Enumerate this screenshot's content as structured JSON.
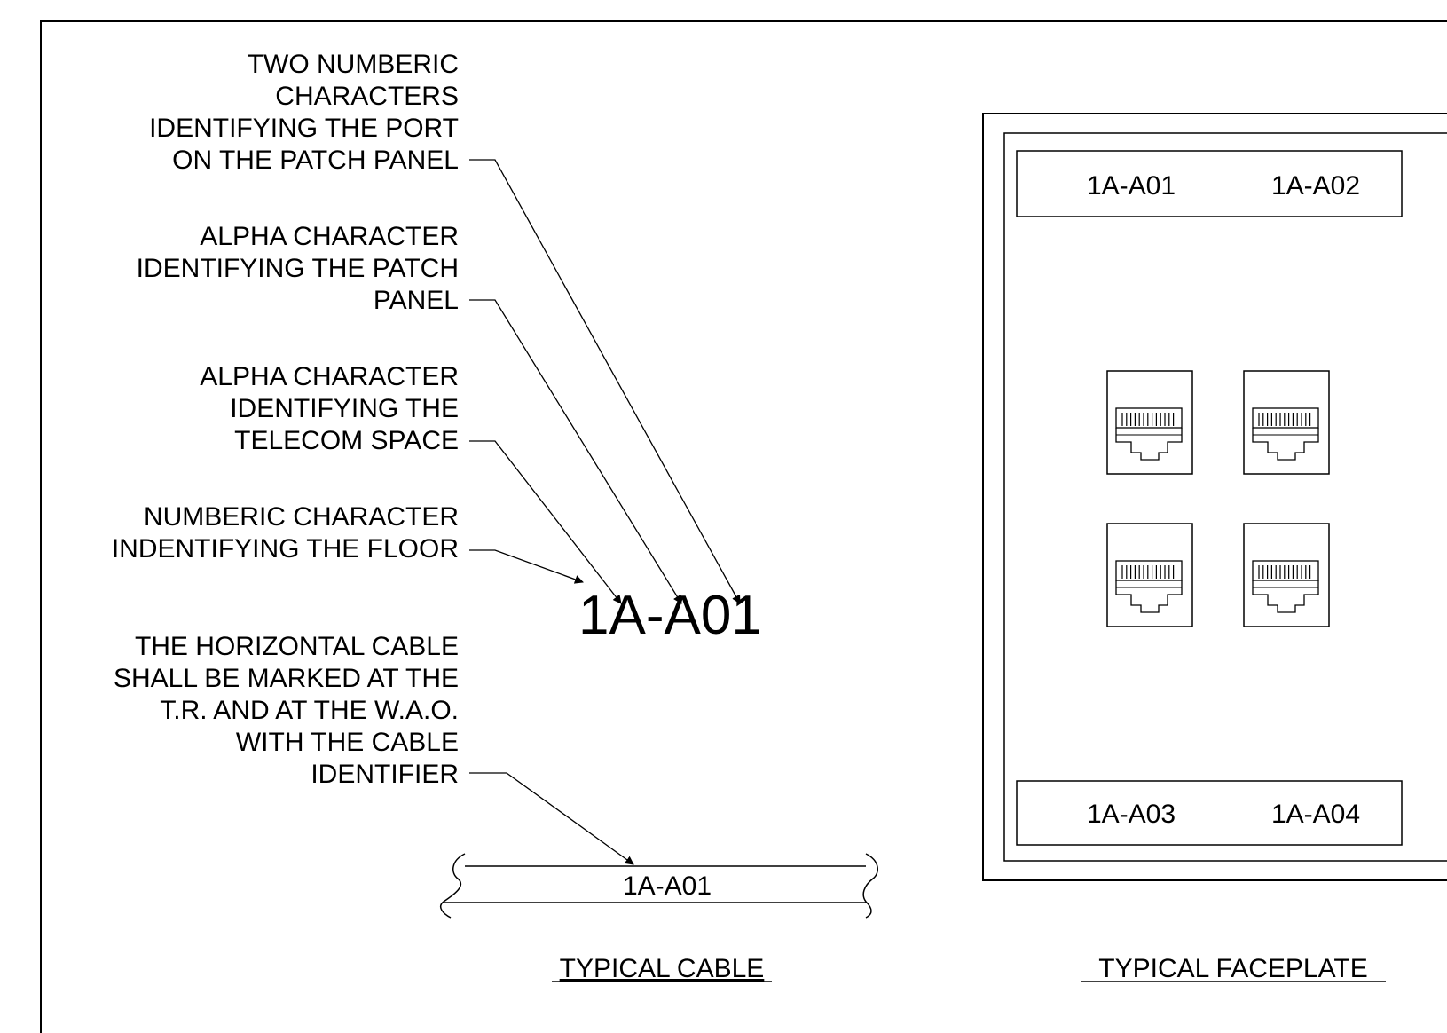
{
  "callouts": [
    {
      "id": "port",
      "lines": [
        "TWO NUMBERIC",
        "CHARACTERS",
        "IDENTIFYING THE PORT",
        "ON THE PATCH PANEL"
      ]
    },
    {
      "id": "patch-panel",
      "lines": [
        "ALPHA CHARACTER",
        "IDENTIFYING THE PATCH",
        "PANEL"
      ]
    },
    {
      "id": "telecom-space",
      "lines": [
        "ALPHA CHARACTER",
        "IDENTIFYING THE",
        "TELECOM SPACE"
      ]
    },
    {
      "id": "floor",
      "lines": [
        "NUMBERIC CHARACTER",
        "INDENTIFYING THE FLOOR"
      ]
    },
    {
      "id": "horizontal-cable",
      "lines": [
        "THE HORIZONTAL CABLE",
        "SHALL BE MARKED AT THE",
        "T.R. AND AT THE W.A.O.",
        "WITH THE CABLE",
        "IDENTIFIER"
      ]
    }
  ],
  "identifier": "1A-A01",
  "cable": {
    "label": "1A-A01",
    "caption": "TYPICAL CABLE"
  },
  "faceplate": {
    "top_labels": [
      "1A-A01",
      "1A-A02"
    ],
    "bottom_labels": [
      "1A-A03",
      "1A-A04"
    ],
    "caption": "TYPICAL FACEPLATE",
    "jack_count": 4
  }
}
